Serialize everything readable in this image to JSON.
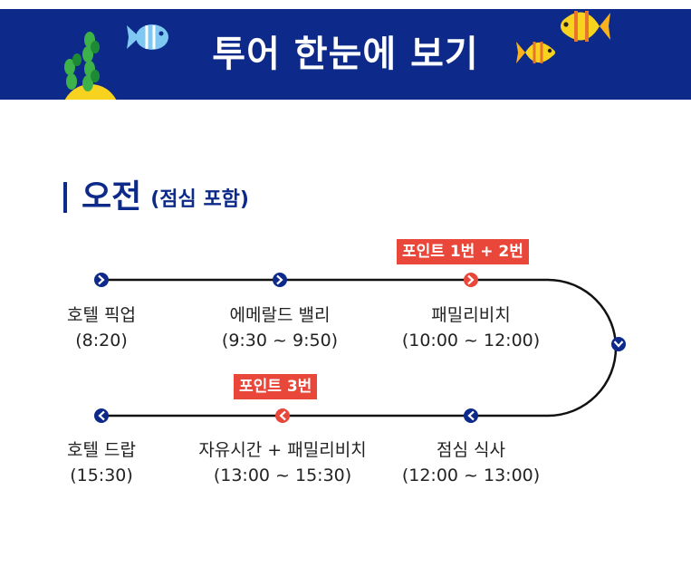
{
  "banner": {
    "title": "투어 한눈에 보기"
  },
  "section": {
    "title": "오전",
    "subtitle": "(점심 포함)"
  },
  "route": {
    "stops": [
      {
        "name": "호텔 픽업",
        "time": "(8:20)"
      },
      {
        "name": "에메랄드 밸리",
        "time": "(9:30 ~ 9:50)"
      },
      {
        "name": "패밀리비치",
        "time": "(10:00 ~ 12:00)"
      },
      {
        "name": "점심 식사",
        "time": "(12:00 ~ 13:00)"
      },
      {
        "name": "자유시간 + 패밀리비치",
        "time": "(13:00 ~ 15:30)"
      },
      {
        "name": "호텔 드랍",
        "time": "(15:30)"
      }
    ],
    "badges": [
      "포인트 1번 + 2번",
      "포인트 3번"
    ]
  },
  "colors": {
    "navy": "#0d2a8a",
    "point": "#e8473a",
    "line": "#111111"
  }
}
